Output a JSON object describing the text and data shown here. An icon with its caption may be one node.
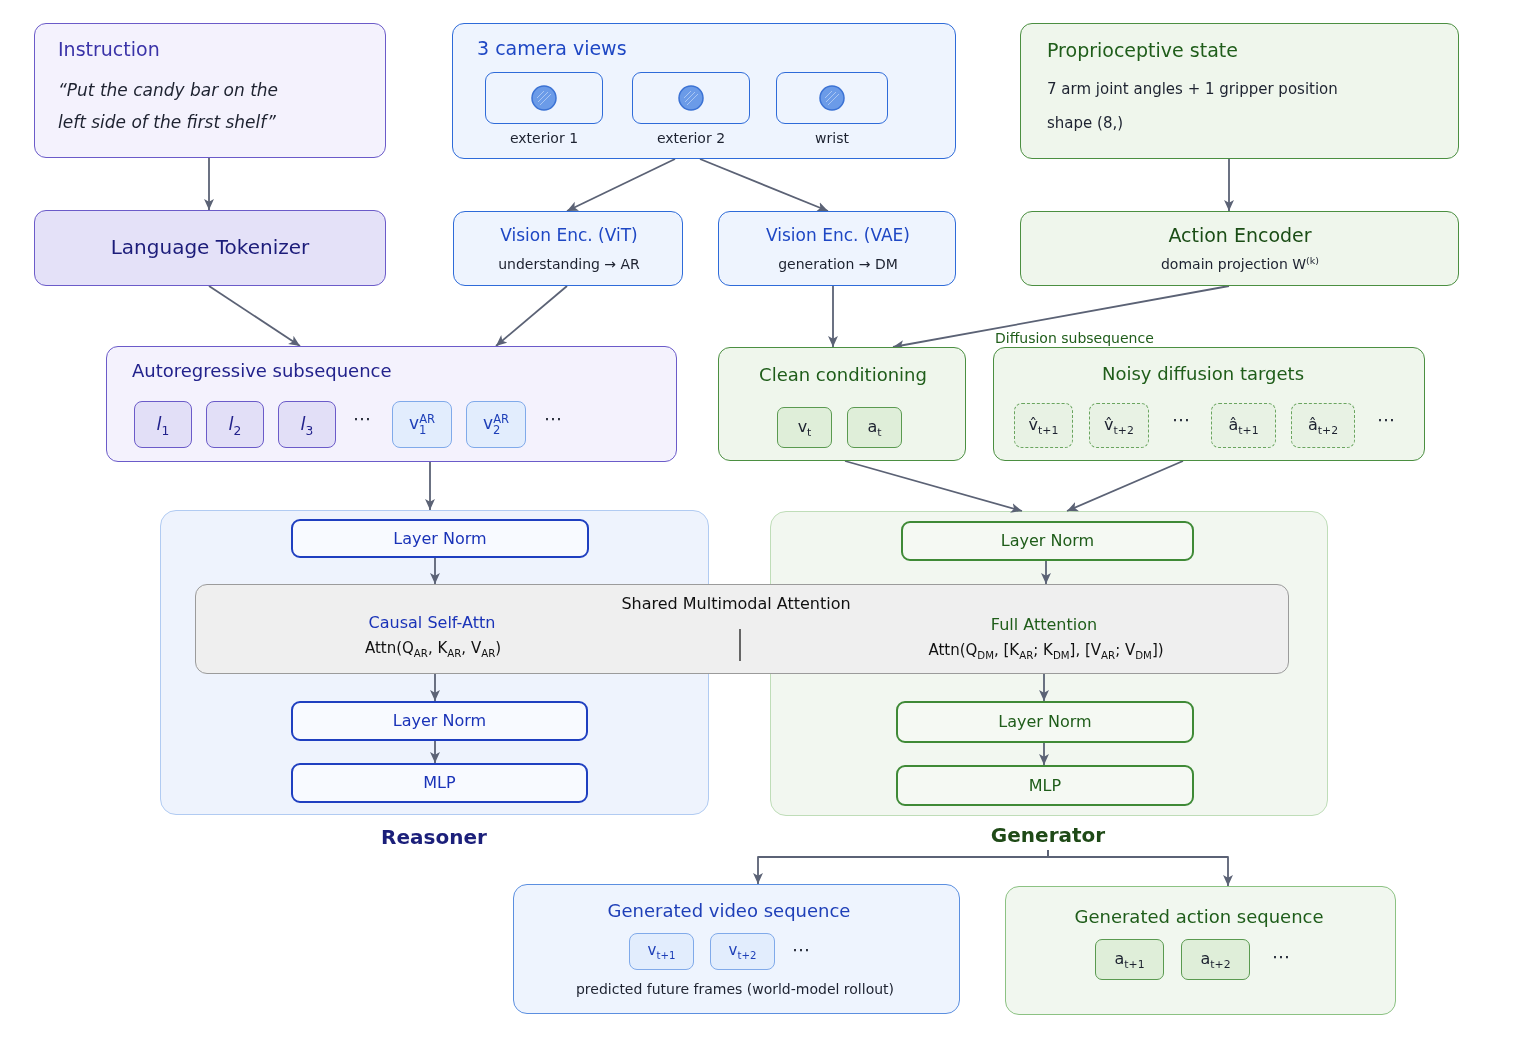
{
  "diagram": {
    "nodes": [
      {
        "text": [
          "Instruction",
          "“Put the candy bar on the left side of the first shelf”"
        ]
      },
      {
        "text": [
          "3 camera views"
        ]
      },
      {
        "text": [
          "exterior 1"
        ],
        "in": 1
      },
      {
        "text": [
          "exterior 2"
        ],
        "in": 1
      },
      {
        "text": [
          "wrist"
        ],
        "in": 1
      },
      {
        "text": [
          "Proprioceptive state",
          "7 arm joint angles + 1 gripper position",
          "shape (8,)"
        ]
      },
      {
        "text": [
          "Language Tokenizer"
        ]
      },
      {
        "text": [
          "Vision Enc. (ViT)",
          "understanding → AR"
        ]
      },
      {
        "text": [
          "Vision Enc. (VAE)",
          "generation → DM"
        ]
      },
      {
        "text": [
          "Action Encoder",
          "domain projection W$^{(k)}$"
        ]
      },
      {
        "text": [
          "Autoregressive subsequence",
          "⋯",
          "⋯"
        ]
      },
      {
        "text": [
          "*l*$_{1}$"
        ],
        "in": 10
      },
      {
        "text": [
          "*l*$_{2}$"
        ],
        "in": 10
      },
      {
        "text": [
          "*l*$_{3}$"
        ],
        "in": 10
      },
      {
        "text": [
          "v$_{1}$$^{AR}$"
        ],
        "in": 10
      },
      {
        "text": [
          "v$_{2}$$^{AR}$"
        ],
        "in": 10
      },
      {
        "text": [
          "Clean conditioning"
        ]
      },
      {
        "text": [
          "v$_{t}$"
        ],
        "in": 16
      },
      {
        "text": [
          "a$_{t}$"
        ],
        "in": 16
      },
      {
        "text": [
          "Noisy diffusion targets",
          "⋯",
          "⋯"
        ],
        "beside": [
          "Diffusion subsequence"
        ]
      },
      {
        "text": [
          "v̂$_{t+1}$"
        ],
        "in": 19
      },
      {
        "text": [
          "v̂$_{t+2}$"
        ],
        "in": 19
      },
      {
        "text": [
          "â$_{t+1}$"
        ],
        "in": 19
      },
      {
        "text": [
          "â$_{t+2}$"
        ],
        "in": 19
      },
      {
        "text": [
          "Reasoner"
        ]
      },
      {
        "text": [
          "Layer Norm"
        ],
        "in": 24
      },
      {
        "text": [
          "Shared Multimodal Attention",
          "Causal Self-Attn",
          "Attn(Q$_{AR}$, K$_{AR}$, V$_{AR}$)",
          "Full Attention",
          "Attn(Q$_{DM}$, [K$_{AR}$; K$_{DM}$], [V$_{AR}$; V$_{DM}$])"
        ]
      },
      {
        "text": [
          "Layer Norm"
        ],
        "in": 24
      },
      {
        "text": [
          "MLP"
        ],
        "in": 24
      },
      {
        "text": [
          "Generator"
        ]
      },
      {
        "text": [
          "Layer Norm"
        ],
        "in": 29
      },
      {
        "text": [
          "Layer Norm"
        ],
        "in": 29
      },
      {
        "text": [
          "MLP"
        ],
        "in": 29
      },
      {
        "text": [
          "Generated video sequence",
          "⋯",
          "predicted future frames (world-model rollout)"
        ]
      },
      {
        "text": [
          "v$_{t+1}$"
        ],
        "in": 33
      },
      {
        "text": [
          "v$_{t+2}$"
        ],
        "in": 33
      },
      {
        "text": [
          "Generated action sequence",
          "⋯"
        ]
      },
      {
        "text": [
          "a$_{t+1}$"
        ],
        "in": 36
      },
      {
        "text": [
          "a$_{t+2}$"
        ],
        "in": 36
      }
    ],
    "edges": [
      {
        "from": 0,
        "to": 6,
        "arrow": "to"
      },
      {
        "from": 1,
        "to": 7,
        "arrow": "to"
      },
      {
        "from": 1,
        "to": 8,
        "arrow": "to"
      },
      {
        "from": 5,
        "to": 9,
        "arrow": "to"
      },
      {
        "from": 6,
        "to": 10,
        "arrow": "to"
      },
      {
        "from": 7,
        "to": 10,
        "arrow": "to"
      },
      {
        "from": 8,
        "to": 16,
        "arrow": "to"
      },
      {
        "from": 9,
        "to": 16,
        "arrow": "to"
      },
      {
        "from": 10,
        "to": 24,
        "arrow": "to"
      },
      {
        "from": 16,
        "to": 29,
        "arrow": "to"
      },
      {
        "from": 19,
        "to": 29,
        "arrow": "to"
      },
      {
        "from": 25,
        "to": 26,
        "arrow": "to"
      },
      {
        "from": 26,
        "to": 27,
        "arrow": "to"
      },
      {
        "from": 27,
        "to": 28,
        "arrow": "to"
      },
      {
        "from": 30,
        "to": 26,
        "arrow": "to"
      },
      {
        "from": 26,
        "to": 31,
        "arrow": "to"
      },
      {
        "from": 31,
        "to": 32,
        "arrow": "to"
      },
      {
        "from": 29,
        "to": 33,
        "arrow": "to"
      },
      {
        "from": 29,
        "to": 36,
        "arrow": "to"
      }
    ]
  }
}
